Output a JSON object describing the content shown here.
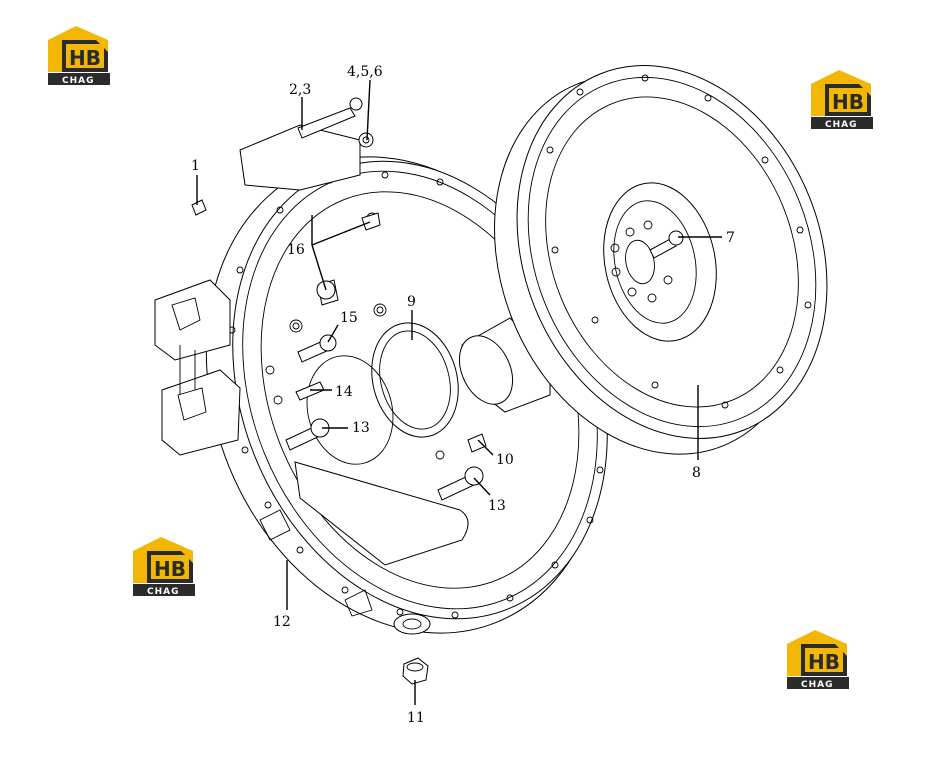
{
  "callouts": [
    {
      "id": "c1",
      "text": "1"
    },
    {
      "id": "c23",
      "text": "2,3"
    },
    {
      "id": "c456",
      "text": "4,5,6"
    },
    {
      "id": "c7",
      "text": "7"
    },
    {
      "id": "c8",
      "text": "8"
    },
    {
      "id": "c9",
      "text": "9"
    },
    {
      "id": "c10",
      "text": "10"
    },
    {
      "id": "c11",
      "text": "11"
    },
    {
      "id": "c12",
      "text": "12"
    },
    {
      "id": "c13a",
      "text": "13"
    },
    {
      "id": "c13b",
      "text": "13"
    },
    {
      "id": "c14",
      "text": "14"
    },
    {
      "id": "c15",
      "text": "15"
    },
    {
      "id": "c16",
      "text": "16"
    }
  ],
  "watermark": {
    "brand": "CHAG",
    "mark": "HB",
    "colors": {
      "yellow": "#f2b705",
      "dark": "#2b2b2b"
    }
  }
}
